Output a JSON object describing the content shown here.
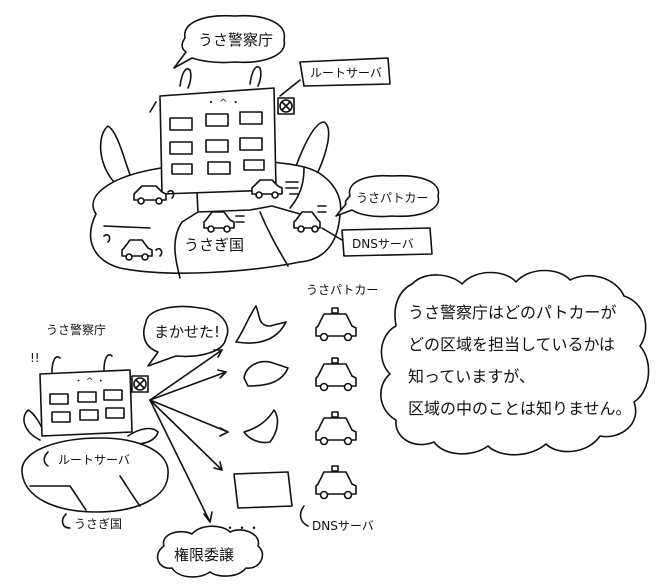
{
  "top_scene": {
    "agency_label": "うさ警察庁",
    "root_server_label": "ルートサーバ",
    "patrol_car_label": "うさパトカー",
    "dns_server_label": "DNSサーバ",
    "country_label": "うさぎ国"
  },
  "bottom_scene": {
    "agency_label": "うさ警察庁",
    "exclaim": "!!",
    "speech": "まかせた!",
    "root_server_label": "ルートサーバ",
    "country_label": "うさぎ国",
    "patrol_car_label": "うさパトカー",
    "dns_server_label": "DNSサーバ",
    "delegation_label": "権限委譲",
    "delegation_dots": "・・・"
  },
  "note": {
    "lines": [
      "うさ警察庁はどのパトカーが",
      "どの区域を担当しているかは",
      "知っていますが、",
      "区域の中のことは知りません。"
    ]
  }
}
